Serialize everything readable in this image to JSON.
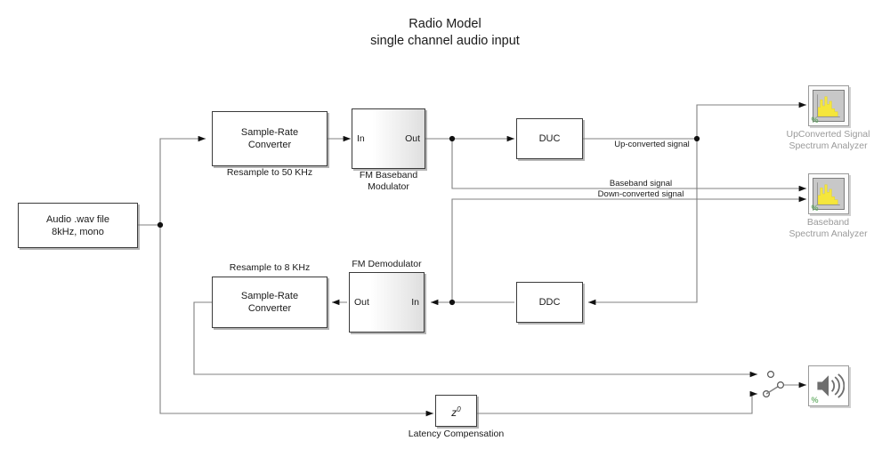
{
  "title": {
    "line1": "Radio Model",
    "line2": "single channel audio input"
  },
  "blocks": {
    "audio_source": {
      "label": "Audio .wav file\n8kHz, mono"
    },
    "srconv_up": {
      "label": "Sample-Rate\nConverter",
      "caption": "Resample to 50 KHz"
    },
    "fm_modulator": {
      "label": "",
      "caption": "FM Baseband\nModulator",
      "port_in": "In",
      "port_out": "Out"
    },
    "duc": {
      "label": "DUC"
    },
    "ddc": {
      "label": "DDC"
    },
    "fm_demodulator": {
      "label": "",
      "caption": "FM Demodulator",
      "port_in": "In",
      "port_out": "Out"
    },
    "srconv_down": {
      "label": "Sample-Rate\nConverter",
      "caption": "Resample to 8 KHz"
    },
    "latency": {
      "label_base": "z",
      "label_exp": "0",
      "caption": "Latency Compensation"
    }
  },
  "signals": {
    "upconverted": "Up-converted signal",
    "baseband": "Baseband signal",
    "downconverted": "Down-converted signal"
  },
  "sinks": {
    "upconverted_scope": {
      "caption": "UpConverted Signal\nSpectrum Analyzer",
      "icon": "spectrum-analyzer-icon",
      "badge": "%"
    },
    "baseband_scope": {
      "caption": "Baseband\nSpectrum Analyzer",
      "icon": "spectrum-analyzer-icon",
      "badge": "%"
    },
    "audio_device": {
      "caption": "",
      "icon": "speaker-icon",
      "badge": "%"
    }
  },
  "switch": {
    "name": "manual-switch",
    "selected_input": "lower"
  },
  "colors": {
    "block_border": "#3b3b3b",
    "wire": "#808080",
    "scope_yellow": "#f5e63c",
    "scope_panel": "#c8c8c8",
    "caption_gray": "#9a9a9a",
    "badge_green": "#5aa75a"
  }
}
